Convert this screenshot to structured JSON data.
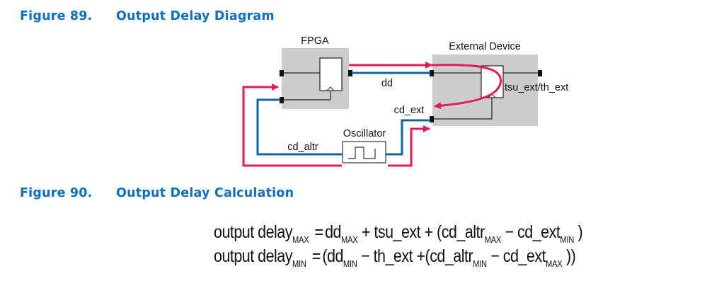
{
  "figure89": {
    "number": "Figure 89.",
    "title": "Output Delay Diagram",
    "labels": {
      "fpga": "FPGA",
      "external_device": "External Device",
      "dd": "dd",
      "cd_ext": "cd_ext",
      "oscillator": "Oscillator",
      "cd_altr": "cd_altr",
      "tsu_th": "tsu_ext/th_ext"
    },
    "colors": {
      "data_path": "#e8195a",
      "clock_path": "#1565a8",
      "box_fill": "#cccccc",
      "heading": "#0a6fc2"
    }
  },
  "figure90": {
    "number": "Figure 90.",
    "title": "Output Delay Calculation",
    "equations": [
      {
        "lhs": "output delay",
        "lhs_sub": "MAX",
        "eq": "=",
        "terms": [
          {
            "t": "dd",
            "s": "MAX"
          },
          {
            "t": " + tsu_ext + (cd_altr",
            "s": "MAX"
          },
          {
            "t": " − cd_ext",
            "s": "MIN"
          },
          {
            "t": " )",
            "s": ""
          }
        ]
      },
      {
        "lhs": "output delay",
        "lhs_sub": "MIN",
        "eq": "=",
        "terms": [
          {
            "t": "(dd",
            "s": "MIN"
          },
          {
            "t": " − th_ext +(cd_altr",
            "s": "MIN"
          },
          {
            "t": " − cd_ext",
            "s": "MAX"
          },
          {
            "t": " ))",
            "s": ""
          }
        ]
      }
    ]
  }
}
